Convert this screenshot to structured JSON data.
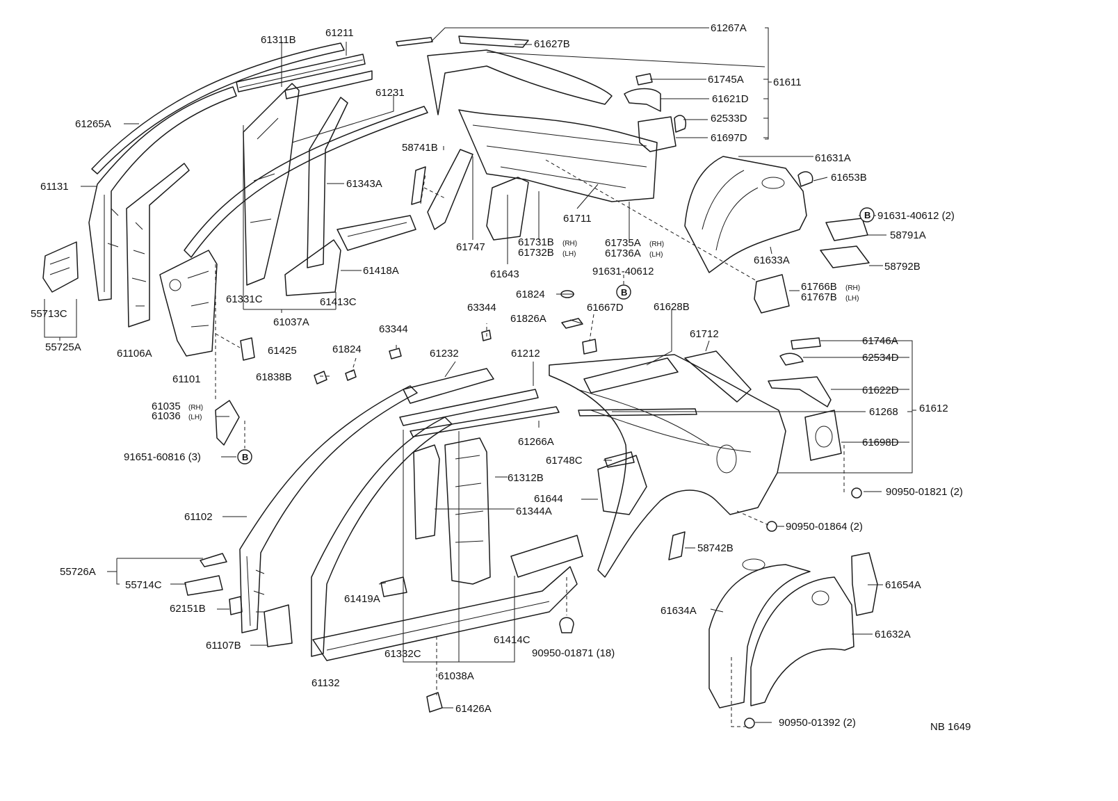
{
  "diagram_code": "NB 1649",
  "labels": {
    "p61267A": "61267A",
    "p61627B": "61627B",
    "p61611": "61611",
    "p61745A": "61745A",
    "p61621D": "61621D",
    "p62533D": "62533D",
    "p61697D": "61697D",
    "p61311B": "61311B",
    "p61211": "61211",
    "p61231": "61231",
    "p61265A": "61265A",
    "p61131": "61131",
    "p61343A": "61343A",
    "p58741B": "58741B",
    "p61631A": "61631A",
    "p61653B": "61653B",
    "p91631_40612_2": "91631-40612 (2)",
    "p58791A": "58791A",
    "p58792B": "58792B",
    "p61633A": "61633A",
    "p61711": "61711",
    "p61747": "61747",
    "p61643": "61643",
    "p61731B": "61731B",
    "p61732B": "61732B",
    "p61735A": "61735A",
    "p61736A": "61736A",
    "p91631_40612": "91631-40612",
    "p61766B": "61766B",
    "p61767B": "61767B",
    "p61418A": "61418A",
    "p61413C": "61413C",
    "p61331C": "61331C",
    "p61037A": "61037A",
    "p55713C": "55713C",
    "p55725A": "55725A",
    "p61106A": "61106A",
    "p61101": "61101",
    "p61425": "61425",
    "p61824a": "61824",
    "p61826A": "61826A",
    "p61667D": "61667D",
    "p61628B": "61628B",
    "p61712": "61712",
    "p63344a": "63344",
    "p63344b": "63344",
    "p61824b": "61824",
    "p61232": "61232",
    "p61212": "61212",
    "p61838B": "61838B",
    "p61746A": "61746A",
    "p62534D": "62534D",
    "p61622D": "61622D",
    "p61612": "61612",
    "p61268": "61268",
    "p61035": "61035",
    "p61036": "61036",
    "p61698D": "61698D",
    "p61266A": "61266A",
    "p91651_60816": "91651-60816 (3)",
    "p61748C": "61748C",
    "p61312B": "61312B",
    "p90950_01821": "90950-01821 (2)",
    "p61644": "61644",
    "p61344A": "61344A",
    "p61102": "61102",
    "p90950_01864": "90950-01864 (2)",
    "p58742B": "58742B",
    "p55726A": "55726A",
    "p55714C": "55714C",
    "p61654A": "61654A",
    "p62151B": "62151B",
    "p61419A": "61419A",
    "p61634A": "61634A",
    "p61107B": "61107B",
    "p61414C": "61414C",
    "p61632A": "61632A",
    "p61332C": "61332C",
    "p90950_01871": "90950-01871 (18)",
    "p61132": "61132",
    "p61038A": "61038A",
    "p61426A": "61426A",
    "p90950_01392": "90950-01392 (2)"
  },
  "suffix": {
    "rh": "(RH)",
    "lh": "(LH)"
  },
  "marker": "B"
}
